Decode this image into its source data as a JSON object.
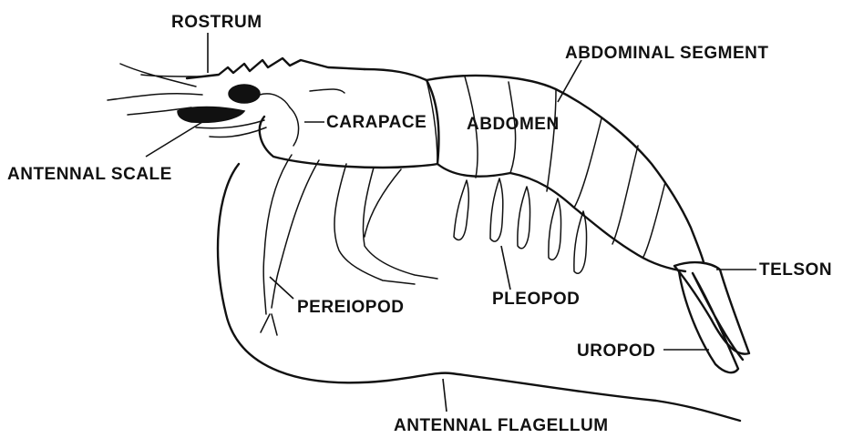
{
  "diagram": {
    "labels": {
      "rostrum": "ROSTRUM",
      "abdominal_segment": "ABDOMINAL SEGMENT",
      "carapace": "CARAPACE",
      "abdomen": "ABDOMEN",
      "antennal_scale": "ANTENNAL SCALE",
      "telson": "TELSON",
      "pereiopod": "PEREIOPOD",
      "pleopod": "PLEOPOD",
      "uropod": "UROPOD",
      "antennal_flagellum": "ANTENNAL FLAGELLUM"
    },
    "colors": {
      "ink": "#111111",
      "background": "#ffffff"
    }
  }
}
